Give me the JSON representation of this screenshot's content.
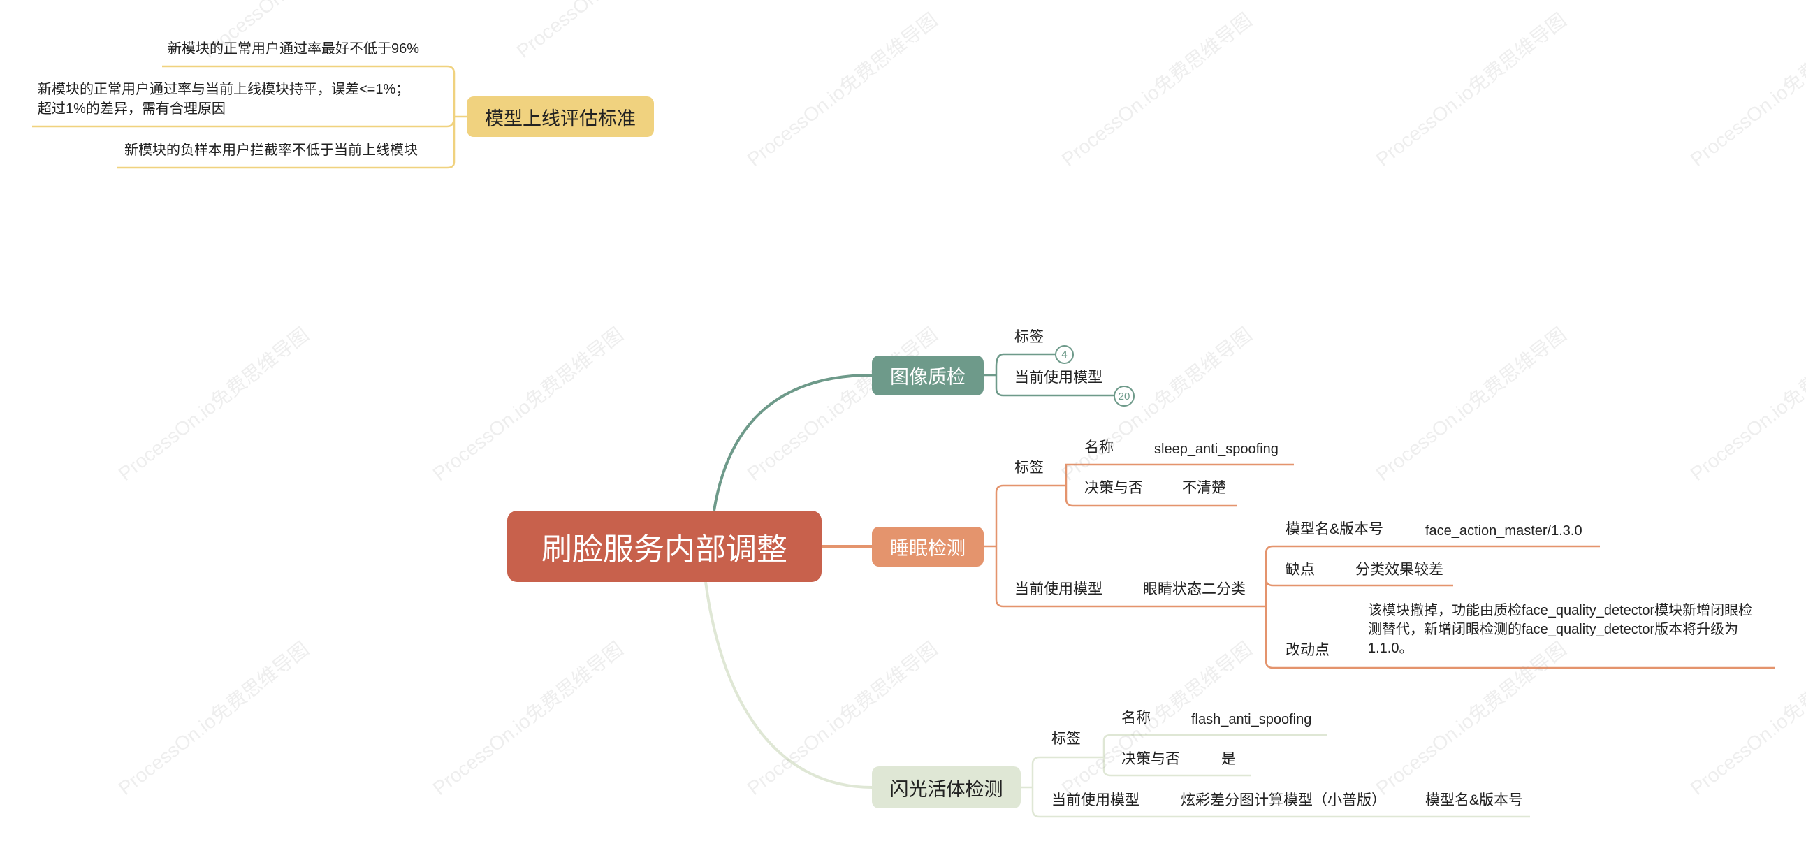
{
  "watermark": "ProcessOn.io免费思维导图",
  "colors": {
    "root": "#c8614c",
    "image_qc": "#6e9a8a",
    "sleep": "#e4946d",
    "flash": "#dfe7d5",
    "criteria": "#f0d27f"
  },
  "root": {
    "label": "刷脸服务内部调整"
  },
  "image_qc": {
    "label": "图像质检",
    "tag_label": "标签",
    "tag_count": "4",
    "model_label": "当前使用模型",
    "model_count": "20"
  },
  "sleep": {
    "label": "睡眠检测",
    "tag_label": "标签",
    "name_label": "名称",
    "name_value": "sleep_anti_spoofing",
    "decision_label": "决策与否",
    "decision_value": "不清楚",
    "model_label": "当前使用模型",
    "model_value": "眼睛状态二分类",
    "version_label": "模型名&版本号",
    "version_value": "face_action_master/1.3.0",
    "weakness_label": "缺点",
    "weakness_value": "分类效果较差",
    "change_label": "改动点",
    "change_value": "该模块撤掉，功能由质检face_quality_detector模块新增闭眼检测替代，新增闭眼检测的face_quality_detector版本将升级为1.1.0。"
  },
  "flash": {
    "label": "闪光活体检测",
    "tag_label": "标签",
    "name_label": "名称",
    "name_value": "flash_anti_spoofing",
    "decision_label": "决策与否",
    "decision_value": "是",
    "model_label": "当前使用模型",
    "model_value": "炫彩差分图计算模型（小普版）",
    "version_label": "模型名&版本号"
  },
  "criteria": {
    "label": "模型上线评估标准",
    "item1": "新模块的正常用户通过率最好不低于96%",
    "item2_line1": "新模块的正常用户通过率与当前上线模块持平，误差<=1%；",
    "item2_line2": "超过1%的差异，需有合理原因",
    "item3": "新模块的负样本用户拦截率不低于当前上线模块"
  }
}
